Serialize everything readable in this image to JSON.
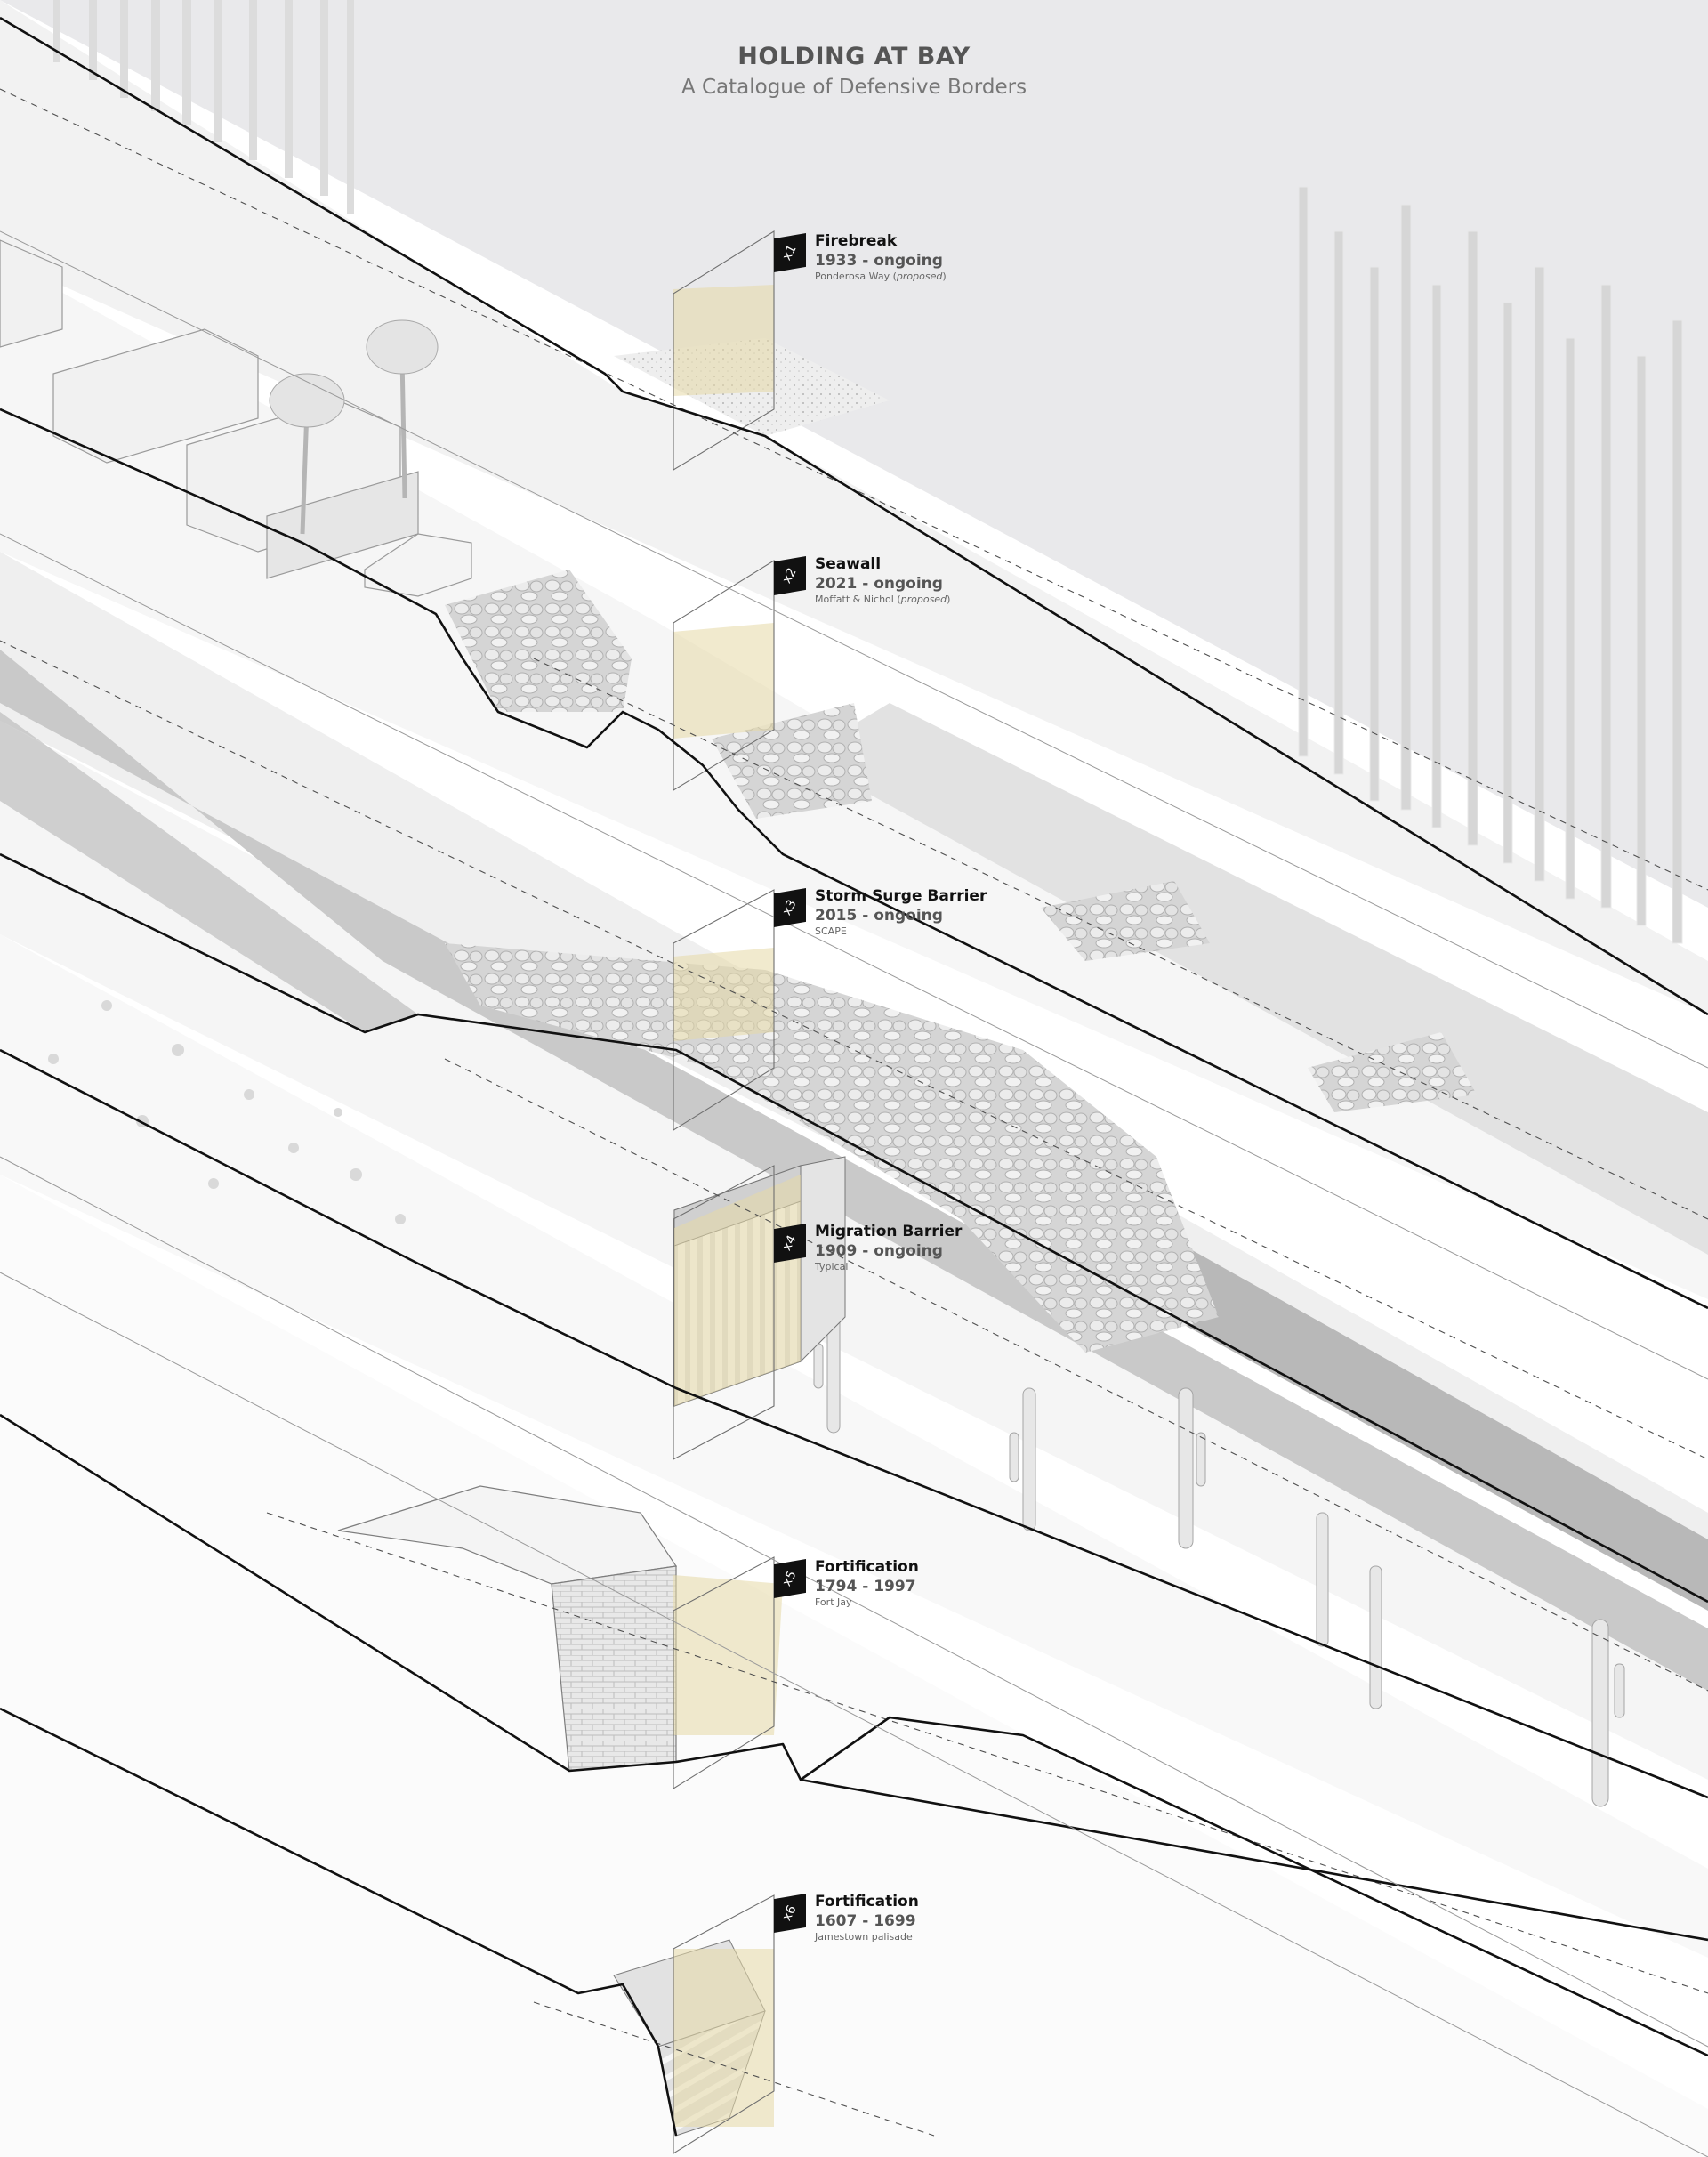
{
  "header": {
    "title": "HOLDING AT BAY",
    "subtitle": "A Catalogue of Defensive Borders"
  },
  "colors": {
    "background": "#ffffff",
    "sky": "#e9e9eb",
    "ground": "#f3f3f3",
    "section_line": "#111111",
    "water": "#bdbdbd",
    "highlight": "#e6d9a6",
    "badge": "#111111"
  },
  "barriers": [
    {
      "id": "x1",
      "name": "Firebreak",
      "years": "1933 - ongoing",
      "place": "Ponderosa Way",
      "note": "proposed"
    },
    {
      "id": "x2",
      "name": "Seawall",
      "years": "2021 - ongoing",
      "place": "Moffatt & Nichol",
      "note": "proposed"
    },
    {
      "id": "x3",
      "name": "Storm Surge Barrier",
      "years": "2015 - ongoing",
      "place": "SCAPE",
      "note": ""
    },
    {
      "id": "x4",
      "name": "Migration Barrier",
      "years": "1909 - ongoing",
      "place": "Typical",
      "note": ""
    },
    {
      "id": "x5",
      "name": "Fortification",
      "years": "1794 - 1997",
      "place": "Fort Jay",
      "note": ""
    },
    {
      "id": "x6",
      "name": "Fortification",
      "years": "1607 - 1699",
      "place": "Jamestown palisade",
      "note": ""
    }
  ]
}
